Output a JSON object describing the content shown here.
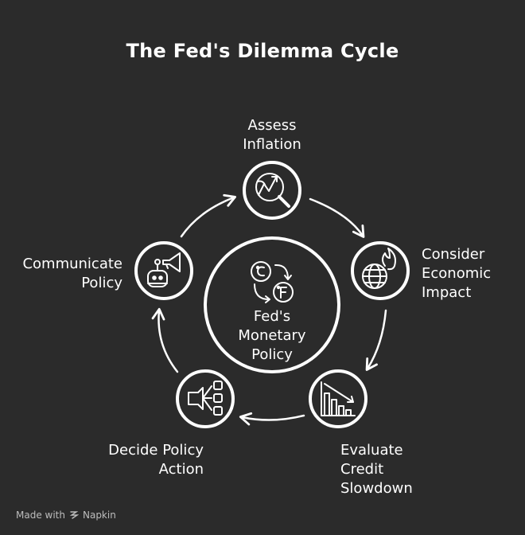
{
  "title": "The Fed's Dilemma Cycle",
  "center": {
    "lines": [
      "Fed's",
      "Monetary",
      "Policy"
    ]
  },
  "steps": [
    {
      "id": "assess",
      "lines": [
        "Assess",
        "Inflation"
      ],
      "icon": "magnifier-chart-icon"
    },
    {
      "id": "consider",
      "lines": [
        "Consider",
        "Economic",
        "Impact"
      ],
      "icon": "globe-fire-icon"
    },
    {
      "id": "evaluate",
      "lines": [
        "Evaluate",
        "Credit",
        "Slowdown"
      ],
      "icon": "declining-bar-chart-icon"
    },
    {
      "id": "decide",
      "lines": [
        "Decide Policy",
        "Action"
      ],
      "icon": "decision-options-icon"
    },
    {
      "id": "communicate",
      "lines": [
        "Communicate",
        "Policy"
      ],
      "icon": "robot-megaphone-icon"
    }
  ],
  "footer": {
    "made_with": "Made with",
    "brand": "Napkin"
  },
  "colors": {
    "background": "#2b2b2b",
    "stroke": "#ffffff"
  }
}
